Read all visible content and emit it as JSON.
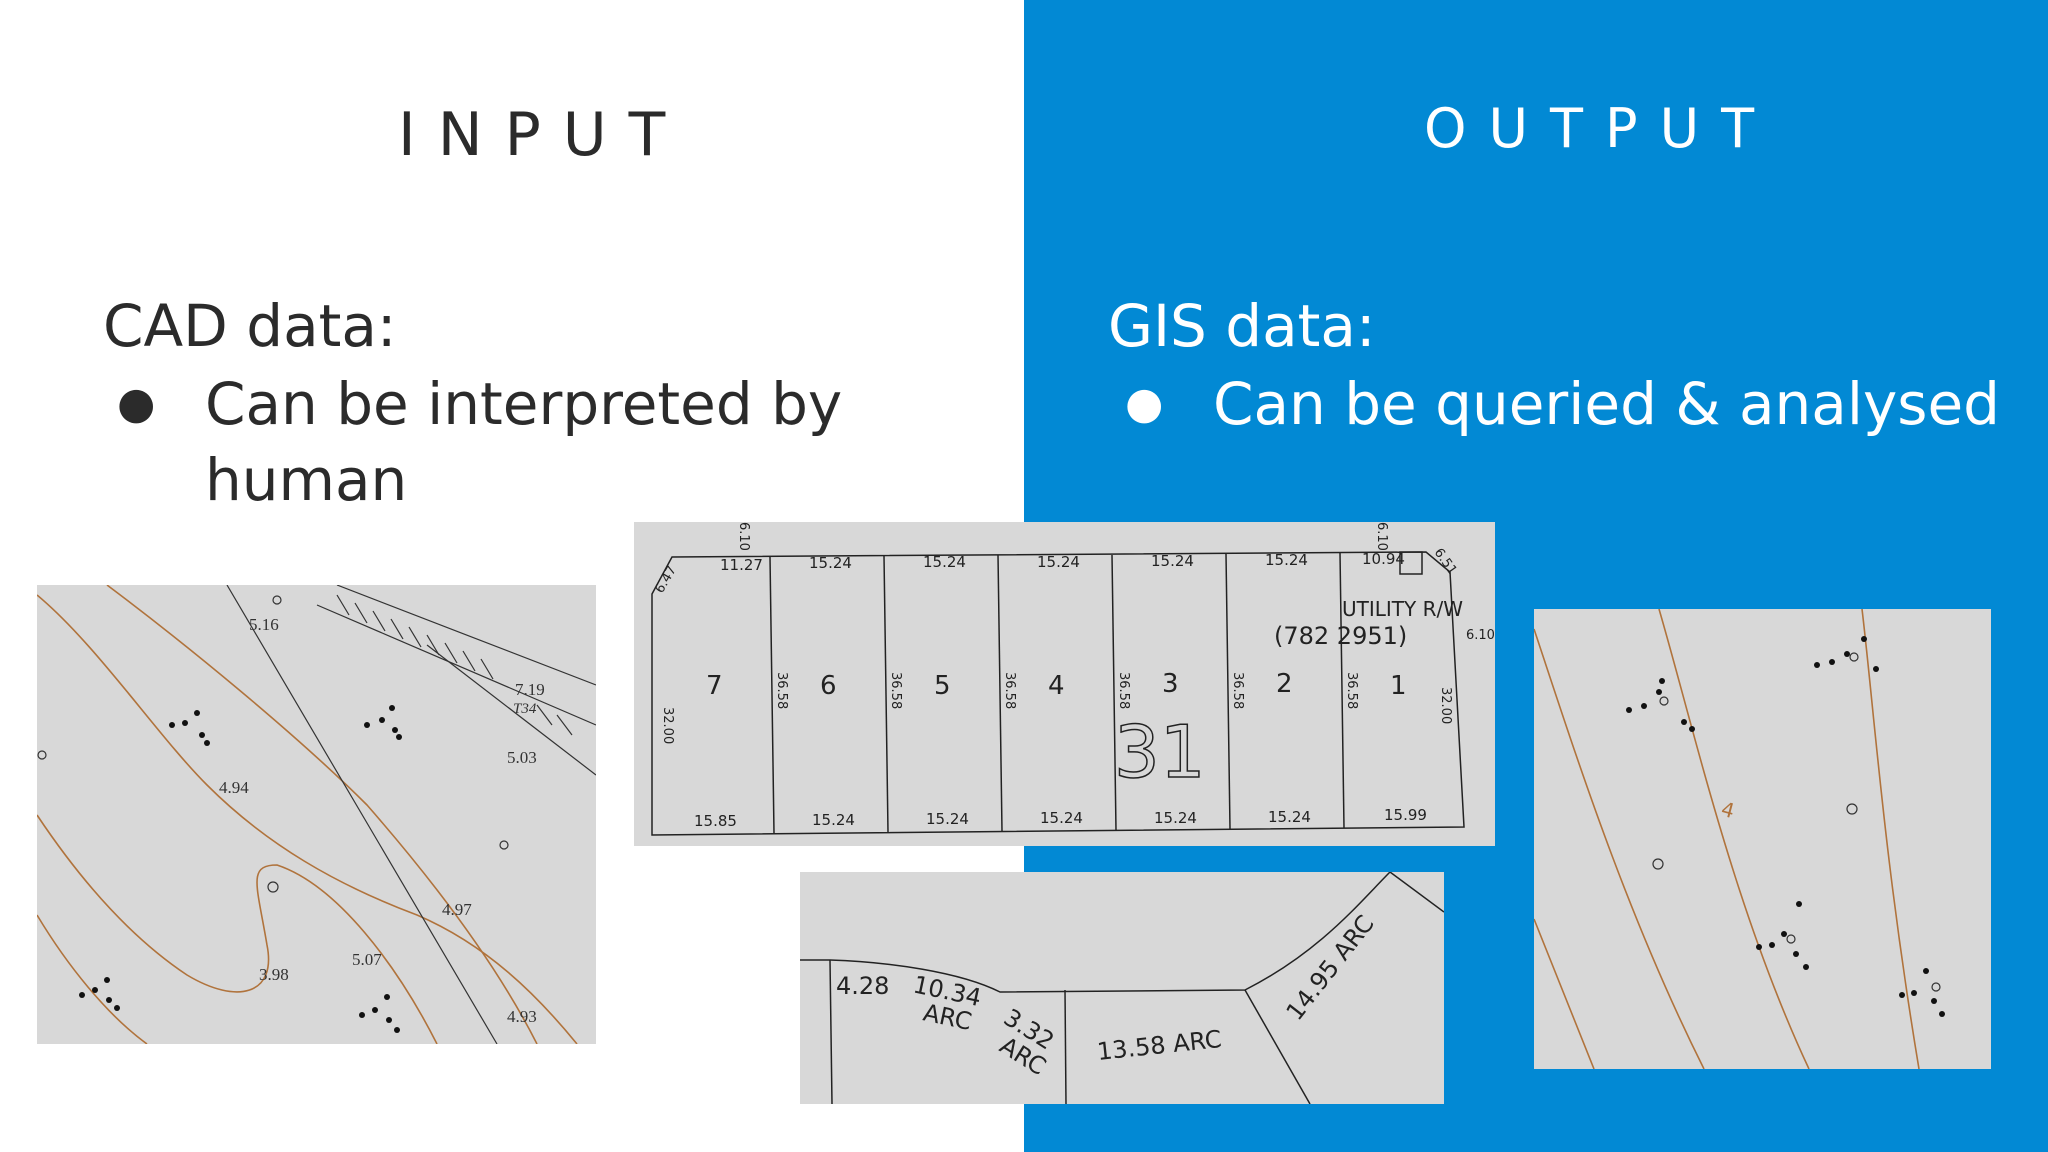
{
  "slide": {
    "input_heading": "INPUT",
    "output_heading": "OUTPUT",
    "colors": {
      "output_panel": "#0289d4",
      "contour": "#b0733c"
    }
  },
  "input": {
    "title": "CAD data:",
    "bullet_mark": "●",
    "bullet": "Can be interpreted by human"
  },
  "output": {
    "title": "GIS data:",
    "bullet_mark": "●",
    "bullet": "Can be queried & analysed"
  },
  "cad_topo_map": {
    "labels": [
      "5.16",
      "7.19",
      "T34",
      "5.03",
      "4.94",
      "4.97",
      "3.98",
      "5.07",
      "4.93"
    ]
  },
  "cad_lot_plan": {
    "block_number": "31",
    "lots": [
      "7",
      "6",
      "5",
      "4",
      "3",
      "2",
      "1"
    ],
    "top_dims": [
      "11.27",
      "15.24",
      "15.24",
      "15.24",
      "15.24",
      "15.24",
      "10.94"
    ],
    "bottom_dims": [
      "15.85",
      "15.24",
      "15.24",
      "15.24",
      "15.24",
      "15.24",
      "15.99"
    ],
    "side_dims": [
      "32.00",
      "36.58",
      "36.58",
      "36.58",
      "36.58",
      "36.58",
      "36.58",
      "32.00"
    ],
    "corner_dims": [
      "6.10",
      "6.47",
      "6.51",
      "6.10",
      "6.10"
    ],
    "utility_label": "UTILITY R/W",
    "utility_ref": "(782 2951)"
  },
  "cad_arc_detail": {
    "labels": [
      "4.28",
      "10.34",
      "ARC",
      "3.32",
      "ARC",
      "13.58 ARC",
      "14.95 ARC"
    ]
  },
  "gis_map": {
    "label": "4"
  }
}
